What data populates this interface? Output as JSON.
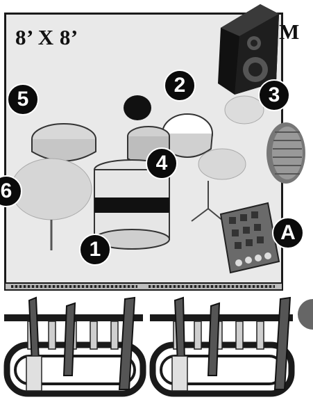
{
  "stage": {
    "dimensions": "8’ X 8’",
    "monitor_label": "M"
  },
  "badges": [
    "5",
    "2",
    "3",
    "4",
    "6",
    "1",
    "A"
  ],
  "icons": {
    "monitor": "speaker-monitor-icon",
    "drum_kit": "drum-kit-icon",
    "pad_controller": "drum-pad-controller-icon",
    "guitar_stands": "guitar-stand-icon",
    "floor_wedge": "floor-wedge-icon"
  }
}
